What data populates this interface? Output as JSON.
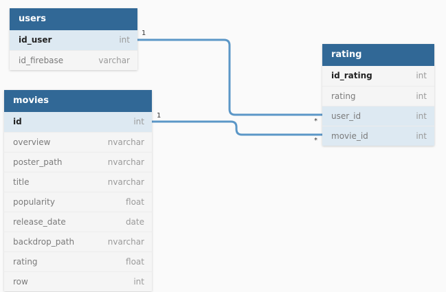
{
  "tables": {
    "users": {
      "name": "users",
      "fields": [
        {
          "name": "id_user",
          "type": "int"
        },
        {
          "name": "id_firebase",
          "type": "varchar"
        }
      ]
    },
    "movies": {
      "name": "movies",
      "fields": [
        {
          "name": "id",
          "type": "int"
        },
        {
          "name": "overview",
          "type": "nvarchar"
        },
        {
          "name": "poster_path",
          "type": "nvarchar"
        },
        {
          "name": "title",
          "type": "nvarchar"
        },
        {
          "name": "popularity",
          "type": "float"
        },
        {
          "name": "release_date",
          "type": "date"
        },
        {
          "name": "backdrop_path",
          "type": "nvarchar"
        },
        {
          "name": "rating",
          "type": "float"
        },
        {
          "name": "row",
          "type": "int"
        }
      ]
    },
    "rating": {
      "name": "rating",
      "fields": [
        {
          "name": "id_rating",
          "type": "int"
        },
        {
          "name": "rating",
          "type": "int"
        },
        {
          "name": "user_id",
          "type": "int"
        },
        {
          "name": "movie_id",
          "type": "int"
        }
      ]
    }
  },
  "relationships": [
    {
      "from": "users.id_user",
      "to": "rating.user_id",
      "from_cardinality": "1",
      "to_cardinality": "*"
    },
    {
      "from": "movies.id",
      "to": "rating.movie_id",
      "from_cardinality": "1",
      "to_cardinality": "*"
    }
  ],
  "colors": {
    "header": "#316896",
    "highlight_row": "#dde9f2",
    "link": "#5b97c7"
  }
}
